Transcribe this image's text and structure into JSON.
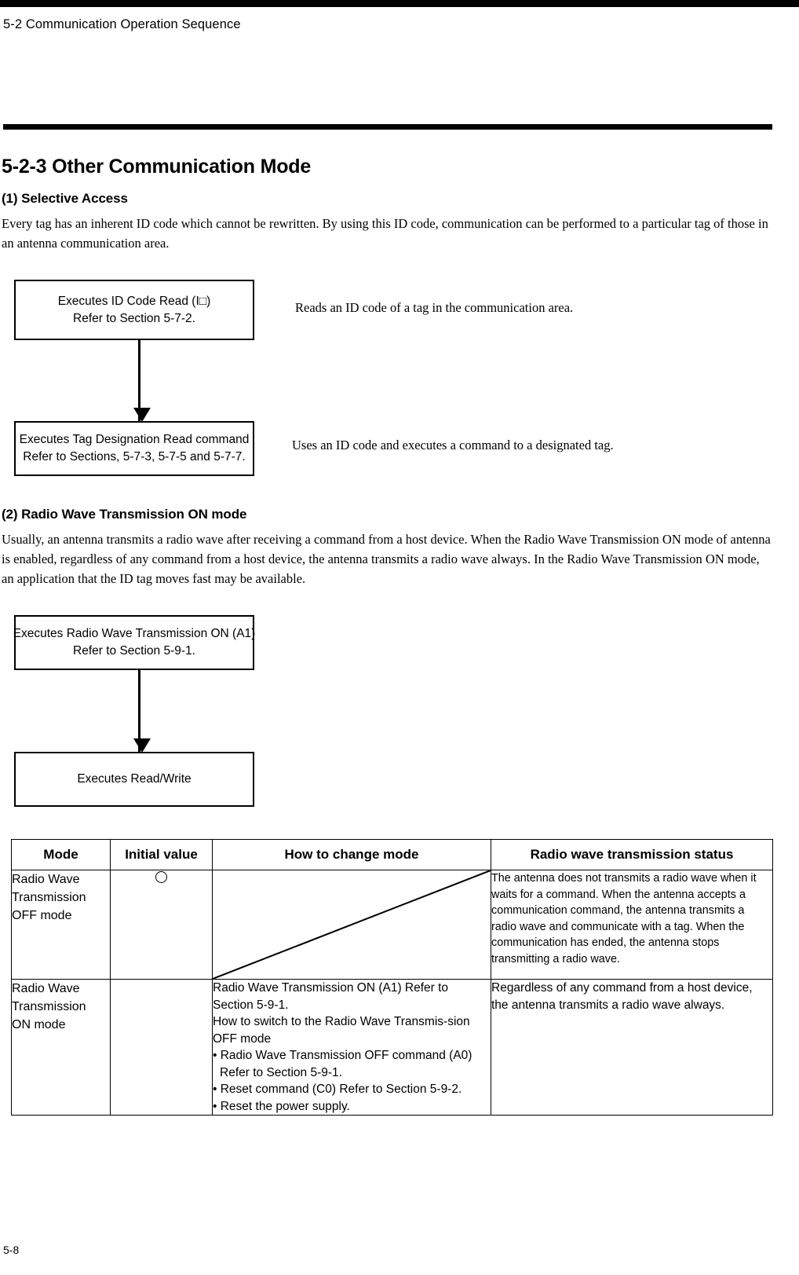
{
  "page": {
    "running_head": "5-2 Communication Operation Sequence",
    "folio": "5-8"
  },
  "sections": {
    "heading": "5-2-3  Other Communication Mode",
    "selective_access": {
      "heading": "(1) Selective Access",
      "paragraph": "Every tag has an inherent ID code which cannot be rewritten.  By using this ID code, communication can be performed to a particular tag of those in an antenna communication area.",
      "flow": {
        "box1_line1": "Executes ID Code Read (I□)",
        "box1_line2": "Refer to Section 5-7-2.",
        "box2_line1": "Executes Tag Designation Read command",
        "box2_line2": "Refer to Sections, 5-7-3, 5-7-5 and 5-7-7.",
        "note1": "Reads an ID code of a tag in the communication area.",
        "note2": "Uses an ID code and executes a command to a designated tag."
      }
    },
    "radio_wave_on": {
      "heading": "(2) Radio Wave Transmission ON mode",
      "paragraph": "Usually, an antenna transmits a radio wave after receiving a command from a host device.  When the Radio Wave Transmission ON mode of antenna is enabled, regardless of any command from a host device, the antenna transmits a radio wave always.  In the Radio Wave Transmission ON mode, an application that the ID tag moves fast may be available.",
      "flow": {
        "box1_line1": "Executes Radio Wave Transmission ON (A1)",
        "box1_line2": "Refer to Section 5-9-1.",
        "box2_line1": "Executes Read/Write"
      }
    }
  },
  "table": {
    "headers": {
      "mode": "Mode",
      "initial_value": "Initial value",
      "how_to_change": "How to change mode",
      "status": "Radio wave transmission status"
    },
    "rows": [
      {
        "mode_line1": "Radio Wave",
        "mode_line2": "Transmission",
        "mode_line3": "OFF mode",
        "initial_value_mark": "circle-mark",
        "how_to_change": "",
        "status": "The antenna does not transmits a radio wave when it waits for a command.  When the antenna accepts a communication command, the antenna transmits a radio wave and communicate with a tag.  When the communication has ended, the antenna stops transmitting a radio wave."
      },
      {
        "mode_line1": "Radio Wave",
        "mode_line2": "Transmission",
        "mode_line3": "ON mode",
        "initial_value_mark": "",
        "change_line1": "Radio Wave Transmission ON (A1) Refer to Section 5-9-1.",
        "change_line2": "How to switch to the Radio Wave Transmis-sion OFF mode",
        "change_bullet1": "• Radio Wave Transmission OFF command (A0) Refer to Section 5-9-1.",
        "change_bullet2": "• Reset command (C0) Refer to Section 5-9-2.",
        "change_bullet3": "• Reset the power supply.",
        "status": "Regardless of any command from a host device, the antenna transmits a radio wave always."
      }
    ]
  }
}
